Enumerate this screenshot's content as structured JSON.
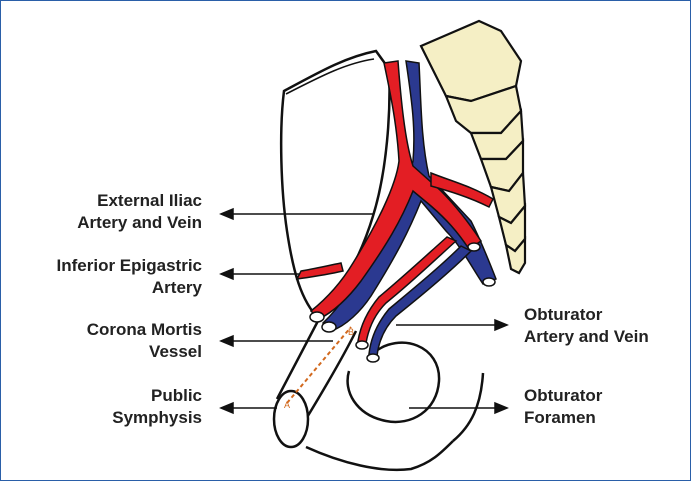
{
  "labels": {
    "external_iliac": {
      "line1": "External Iliac",
      "line2": "Artery and Vein"
    },
    "inferior_epigastric": {
      "line1": "Inferior Epigastric",
      "line2": "Artery"
    },
    "corona_mortis": {
      "line1": "Corona Mortis",
      "line2": "Vessel"
    },
    "pubic_symphysis": {
      "line1": "Public",
      "line2": "Symphysis"
    },
    "obturator_vessels": {
      "line1": "Obturator",
      "line2": "Artery and Vein"
    },
    "obturator_foramen": {
      "line1": "Obturator",
      "line2": "Foramen"
    }
  },
  "markers": {
    "a": "A",
    "b": "B"
  },
  "colors": {
    "artery": "#e31e24",
    "vein": "#2b3990",
    "bone": "#f5efc5",
    "outline": "#111111",
    "frame": "#2a5fa8",
    "dashed_line": "#d2691e"
  }
}
